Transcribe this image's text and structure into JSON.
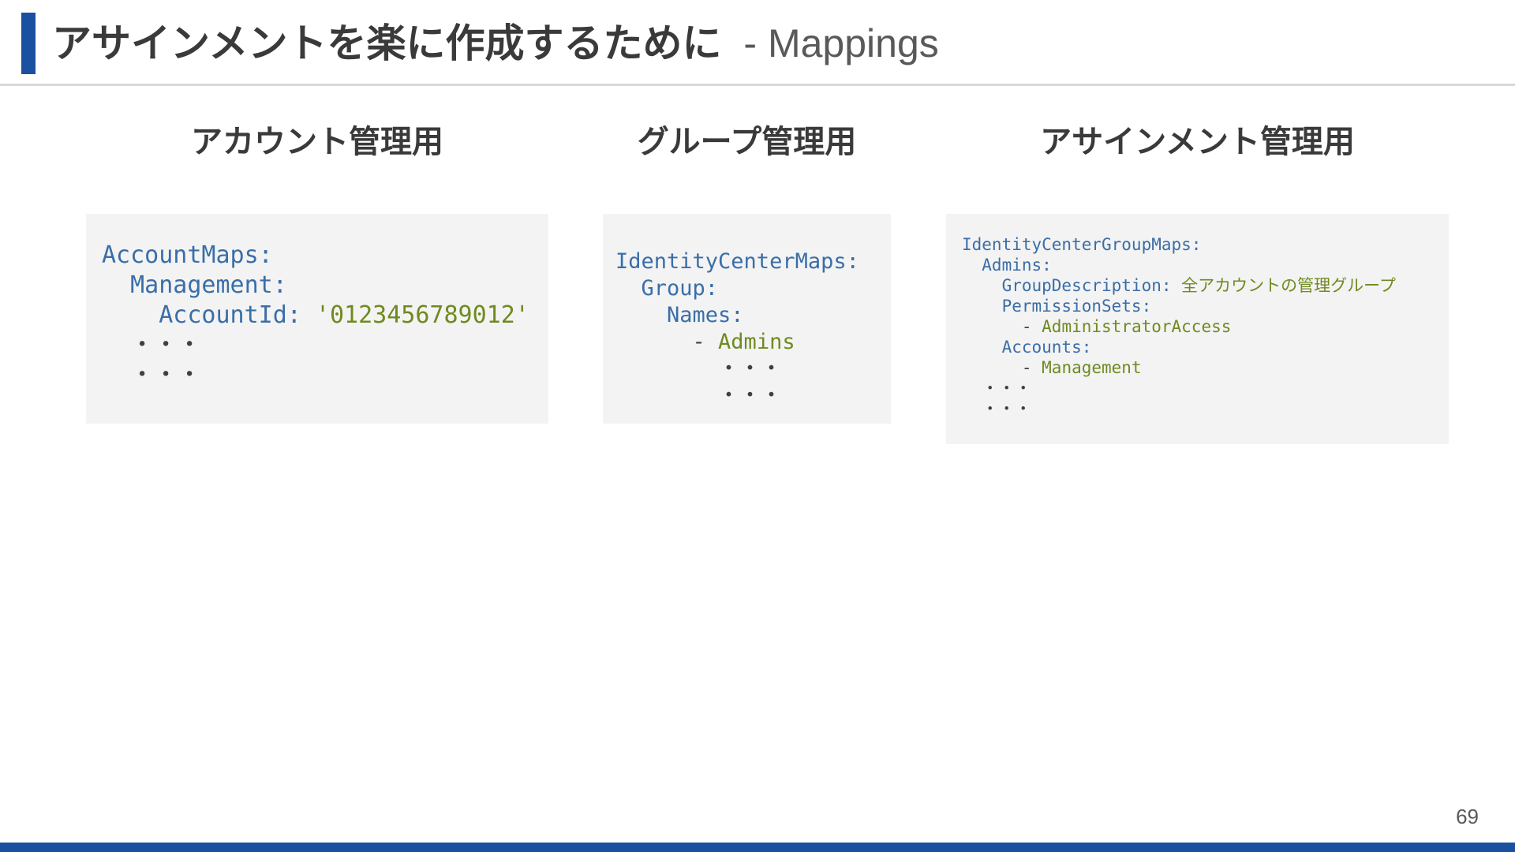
{
  "slide": {
    "title_main": "アサインメントを楽に作成するために",
    "title_sub": "- Mappings",
    "page_number": "69"
  },
  "colors": {
    "accent_blue": "#1b4fa0",
    "key_color": "#3a6ea8",
    "value_color": "#6f8a1f",
    "plain_color": "#404040",
    "code_background": "#f3f3f3"
  },
  "columns": [
    {
      "heading": "アカウント管理用",
      "code": [
        [
          {
            "t": "AccountMaps:",
            "c": "key"
          }
        ],
        [
          {
            "t": "  Management:",
            "c": "key"
          }
        ],
        [
          {
            "t": "    AccountId: ",
            "c": "key"
          },
          {
            "t": "'0123456789012'",
            "c": "value"
          }
        ],
        [
          {
            "t": "  ・・・",
            "c": "plain"
          }
        ],
        [
          {
            "t": "  ・・・",
            "c": "plain"
          }
        ]
      ]
    },
    {
      "heading": "グループ管理用",
      "code": [
        [
          {
            "t": "IdentityCenterMaps:",
            "c": "key"
          }
        ],
        [
          {
            "t": "  Group:",
            "c": "key"
          }
        ],
        [
          {
            "t": "    Names:",
            "c": "key"
          }
        ],
        [
          {
            "t": "      - ",
            "c": "plain"
          },
          {
            "t": "Admins",
            "c": "value"
          }
        ],
        [
          {
            "t": "        ・・・",
            "c": "plain"
          }
        ],
        [
          {
            "t": "        ・・・",
            "c": "plain"
          }
        ]
      ]
    },
    {
      "heading": "アサインメント管理用",
      "code": [
        [
          {
            "t": "IdentityCenterGroupMaps:",
            "c": "key"
          }
        ],
        [
          {
            "t": "  Admins:",
            "c": "key"
          }
        ],
        [
          {
            "t": "    GroupDescription: ",
            "c": "key"
          },
          {
            "t": "全アカウントの管理グループ",
            "c": "value"
          }
        ],
        [
          {
            "t": "    PermissionSets:",
            "c": "key"
          }
        ],
        [
          {
            "t": "      - ",
            "c": "plain"
          },
          {
            "t": "AdministratorAccess",
            "c": "value"
          }
        ],
        [
          {
            "t": "    Accounts:",
            "c": "key"
          }
        ],
        [
          {
            "t": "      - ",
            "c": "plain"
          },
          {
            "t": "Management",
            "c": "value"
          }
        ],
        [
          {
            "t": "  ・・・",
            "c": "plain"
          }
        ],
        [
          {
            "t": "  ・・・",
            "c": "plain"
          }
        ]
      ]
    }
  ]
}
